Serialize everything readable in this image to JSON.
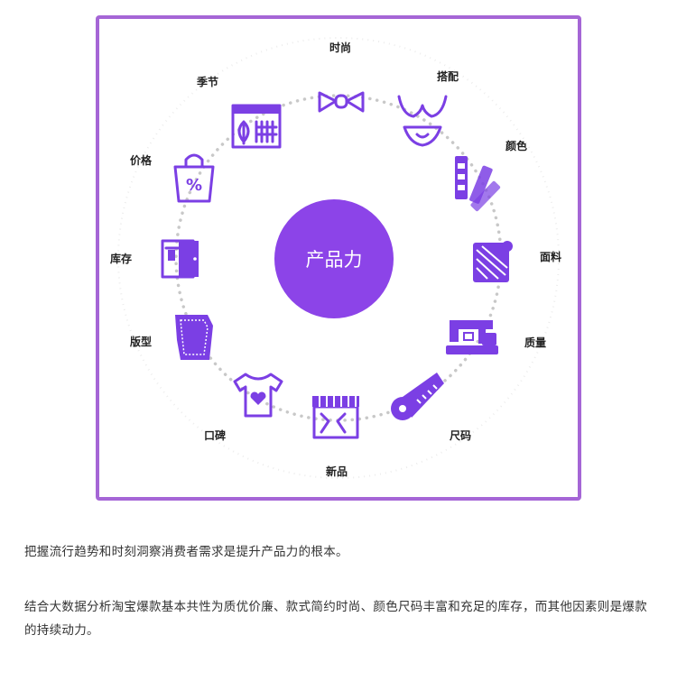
{
  "diagram": {
    "center_label": "产品力",
    "items": [
      {
        "label": "时尚",
        "icon": "bow-tie-icon"
      },
      {
        "label": "搭配",
        "icon": "lingerie-icon"
      },
      {
        "label": "颜色",
        "icon": "color-swatch-icon"
      },
      {
        "label": "面料",
        "icon": "fabric-roll-icon"
      },
      {
        "label": "质量",
        "icon": "sewing-machine-icon"
      },
      {
        "label": "尺码",
        "icon": "tape-measure-icon"
      },
      {
        "label": "新品",
        "icon": "storefront-icon"
      },
      {
        "label": "口碑",
        "icon": "heart-tshirt-icon"
      },
      {
        "label": "版型",
        "icon": "pattern-piece-icon"
      },
      {
        "label": "库存",
        "icon": "wardrobe-icon"
      },
      {
        "label": "价格",
        "icon": "discount-bag-icon"
      },
      {
        "label": "季节",
        "icon": "calendar-leaf-icon"
      }
    ],
    "colors": {
      "accent": "#7b3fe4",
      "center": "#8c44e8",
      "frame": "#a566d6",
      "dots": "#c8c8c8"
    }
  },
  "paragraphs": {
    "p1": "把握流行趋势和时刻洞察消费者需求是提升产品力的根本。",
    "p2": "结合大数据分析淘宝爆款基本共性为质优价廉、款式简约时尚、颜色尺码丰富和充足的库存，而其他因素则是爆款的持续动力。"
  }
}
